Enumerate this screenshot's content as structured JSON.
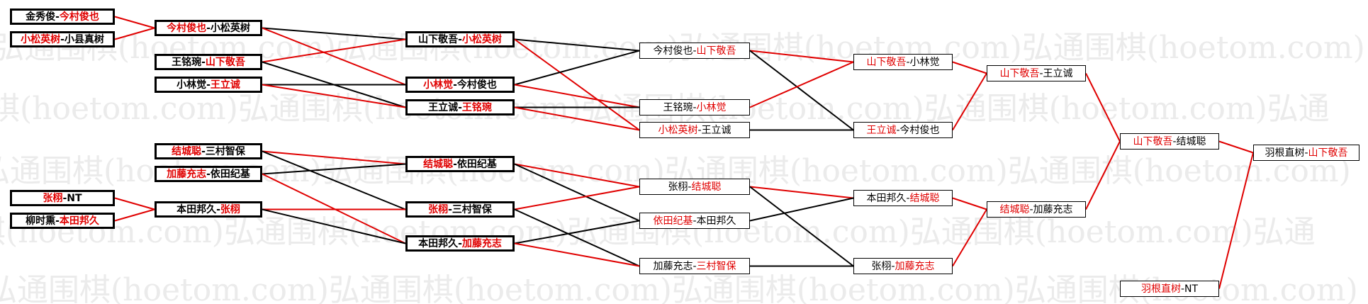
{
  "colors": {
    "winner": "#e00000",
    "text": "#000000",
    "line_win": "#e00000",
    "line_lose": "#000000",
    "watermark": "#ebebeb"
  },
  "watermark": {
    "line_a": "弘通围棋(hoetom.com)弘通围棋(hoetom.com)弘通围棋(hoetom.com)弘通围棋(hoetom.com)",
    "line_b": "围棋(hoetom.com)弘通围棋(hoetom.com)弘通围棋(hoetom.com)弘通围棋(hoetom.com)弘通"
  },
  "matches": [
    {
      "id": "r0a",
      "p1": "金秀俊",
      "p2": "今村俊也",
      "winner": 2
    },
    {
      "id": "r0b",
      "p1": "小松英树",
      "p2": "小县真树",
      "winner": 1
    },
    {
      "id": "r0c",
      "p1": "张栩",
      "p2": "NT",
      "winner": 1
    },
    {
      "id": "r0d",
      "p1": "柳时熏",
      "p2": "本田邦久",
      "winner": 2
    },
    {
      "id": "r1a",
      "p1": "今村俊也",
      "p2": "小松英树",
      "winner": 1
    },
    {
      "id": "r1b",
      "p1": "王铭琬",
      "p2": "山下敬吾",
      "winner": 2
    },
    {
      "id": "r1c",
      "p1": "小林觉",
      "p2": "王立诚",
      "winner": 2
    },
    {
      "id": "r1d",
      "p1": "结城聪",
      "p2": "三村智保",
      "winner": 1
    },
    {
      "id": "r1e",
      "p1": "加藤充志",
      "p2": "依田纪基",
      "winner": 1
    },
    {
      "id": "r1f",
      "p1": "本田邦久",
      "p2": "张栩",
      "winner": 2
    },
    {
      "id": "r2a",
      "p1": "山下敬吾",
      "p2": "小松英树",
      "winner": 2
    },
    {
      "id": "r2b",
      "p1": "小林觉",
      "p2": "今村俊也",
      "winner": 1
    },
    {
      "id": "r2c",
      "p1": "王立诚",
      "p2": "王铭琬",
      "winner": 2
    },
    {
      "id": "r2d",
      "p1": "结城聪",
      "p2": "依田纪基",
      "winner": 1
    },
    {
      "id": "r2e",
      "p1": "张栩",
      "p2": "三村智保",
      "winner": 1
    },
    {
      "id": "r2f",
      "p1": "本田邦久",
      "p2": "加藤充志",
      "winner": 2
    },
    {
      "id": "r3a",
      "p1": "今村俊也",
      "p2": "山下敬吾",
      "winner": 2
    },
    {
      "id": "r3b",
      "p1": "王铭琬",
      "p2": "小林觉",
      "winner": 2
    },
    {
      "id": "r3c",
      "p1": "小松英树",
      "p2": "王立诚",
      "winner": 1
    },
    {
      "id": "r3d",
      "p1": "张栩",
      "p2": "结城聪",
      "winner": 2
    },
    {
      "id": "r3e",
      "p1": "依田纪基",
      "p2": "本田邦久",
      "winner": 1
    },
    {
      "id": "r3f",
      "p1": "加藤充志",
      "p2": "三村智保",
      "winner": 2
    },
    {
      "id": "r4a",
      "p1": "山下敬吾",
      "p2": "小林觉",
      "winner": 1
    },
    {
      "id": "r4b",
      "p1": "王立诚",
      "p2": "今村俊也",
      "winner": 1
    },
    {
      "id": "r4c",
      "p1": "本田邦久",
      "p2": "结城聪",
      "winner": 2
    },
    {
      "id": "r4d",
      "p1": "张栩",
      "p2": "加藤充志",
      "winner": 2
    },
    {
      "id": "r5a",
      "p1": "山下敬吾",
      "p2": "王立诚",
      "winner": 1
    },
    {
      "id": "r5b",
      "p1": "结城聪",
      "p2": "加藤充志",
      "winner": 1
    },
    {
      "id": "r6a",
      "p1": "山下敬吾",
      "p2": "结城聪",
      "winner": 1
    },
    {
      "id": "r6b",
      "p1": "羽根直树",
      "p2": "NT",
      "winner": 1
    },
    {
      "id": "r7a",
      "p1": "羽根直树",
      "p2": "山下敬吾",
      "winner": 2
    }
  ]
}
